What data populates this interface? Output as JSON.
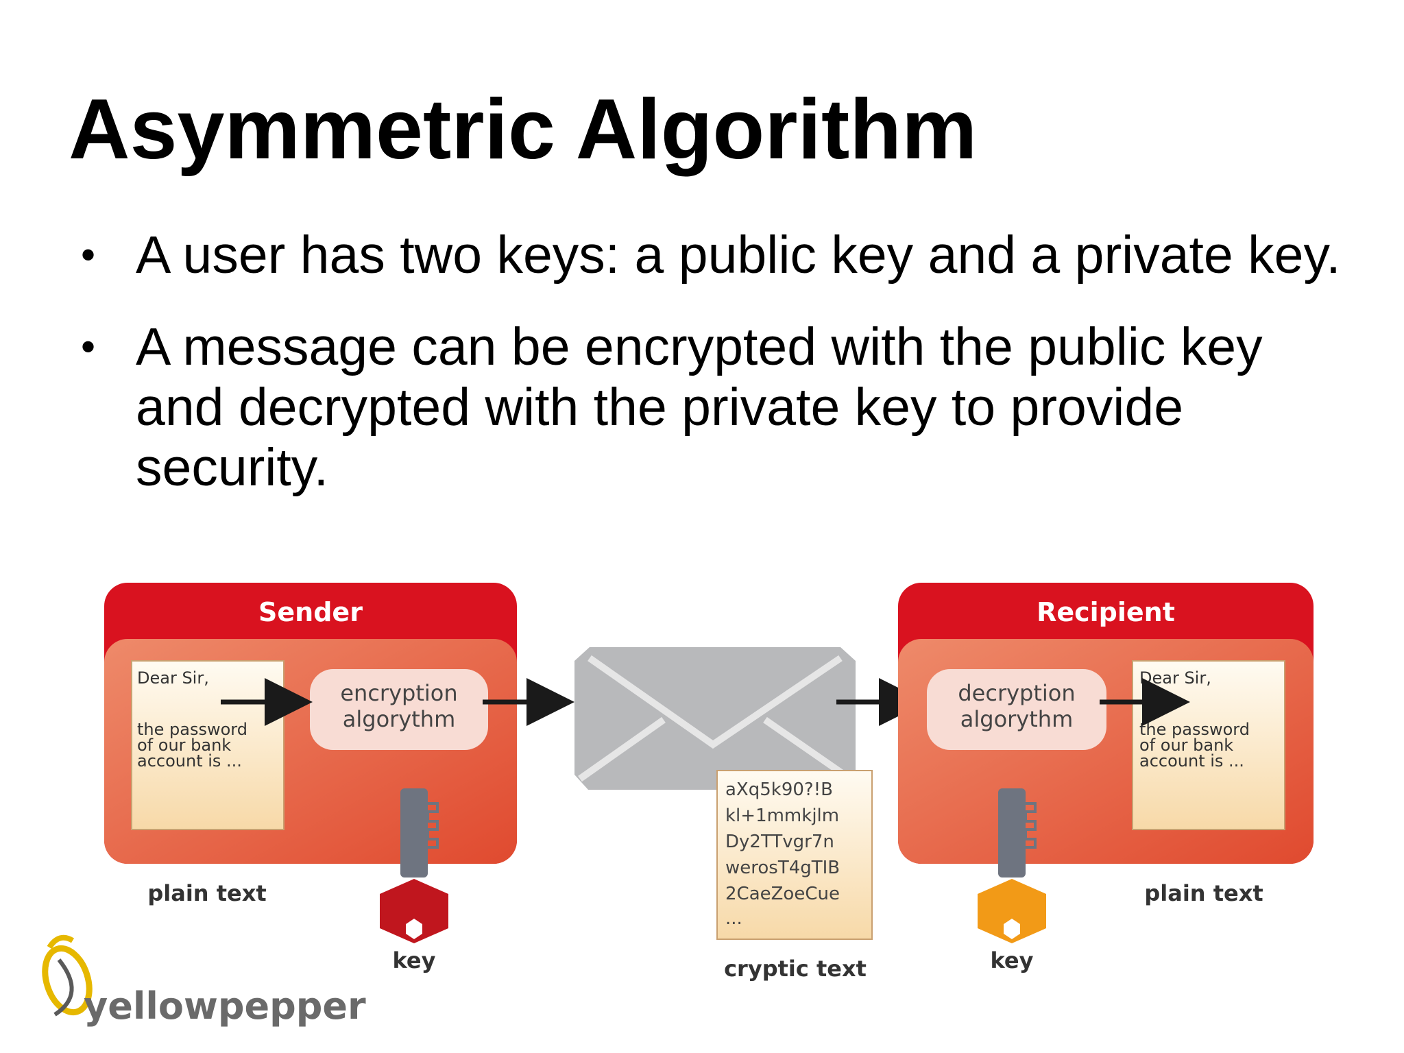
{
  "slide": {
    "title": "Asymmetric Algorithm",
    "bullets": [
      "A user has two keys: a public key and a private key.",
      "A message can be encrypted with the public key and decrypted with the private key to provide security."
    ]
  },
  "diagram": {
    "sender": {
      "heading": "Sender",
      "letter": [
        "Dear Sir,",
        "the password",
        "of our bank",
        "account is ..."
      ],
      "algorithm": [
        "encryption",
        "algorythm"
      ],
      "doc_label": "plain text",
      "key_label": "key"
    },
    "recipient": {
      "heading": "Recipient",
      "letter": [
        "Dear Sir,",
        "the password",
        "of our bank",
        "account is ..."
      ],
      "algorithm": [
        "decryption",
        "algorythm"
      ],
      "doc_label": "plain text",
      "key_label": "key"
    },
    "cipher": {
      "lines": [
        "aXq5k90?!B",
        "kl+1mmkjlm",
        "Dy2TTvgr7n",
        "werosT4gTIB",
        "2CaeZoeCue",
        "..."
      ],
      "label": "cryptic text"
    },
    "colors": {
      "box_red": "#d9121f",
      "box_orange": "#e8553a",
      "sender_key": "#c0161e",
      "recipient_key": "#f29a17",
      "envelope": "#b8b9bb"
    }
  },
  "logo": {
    "text": "yellowpepper"
  }
}
